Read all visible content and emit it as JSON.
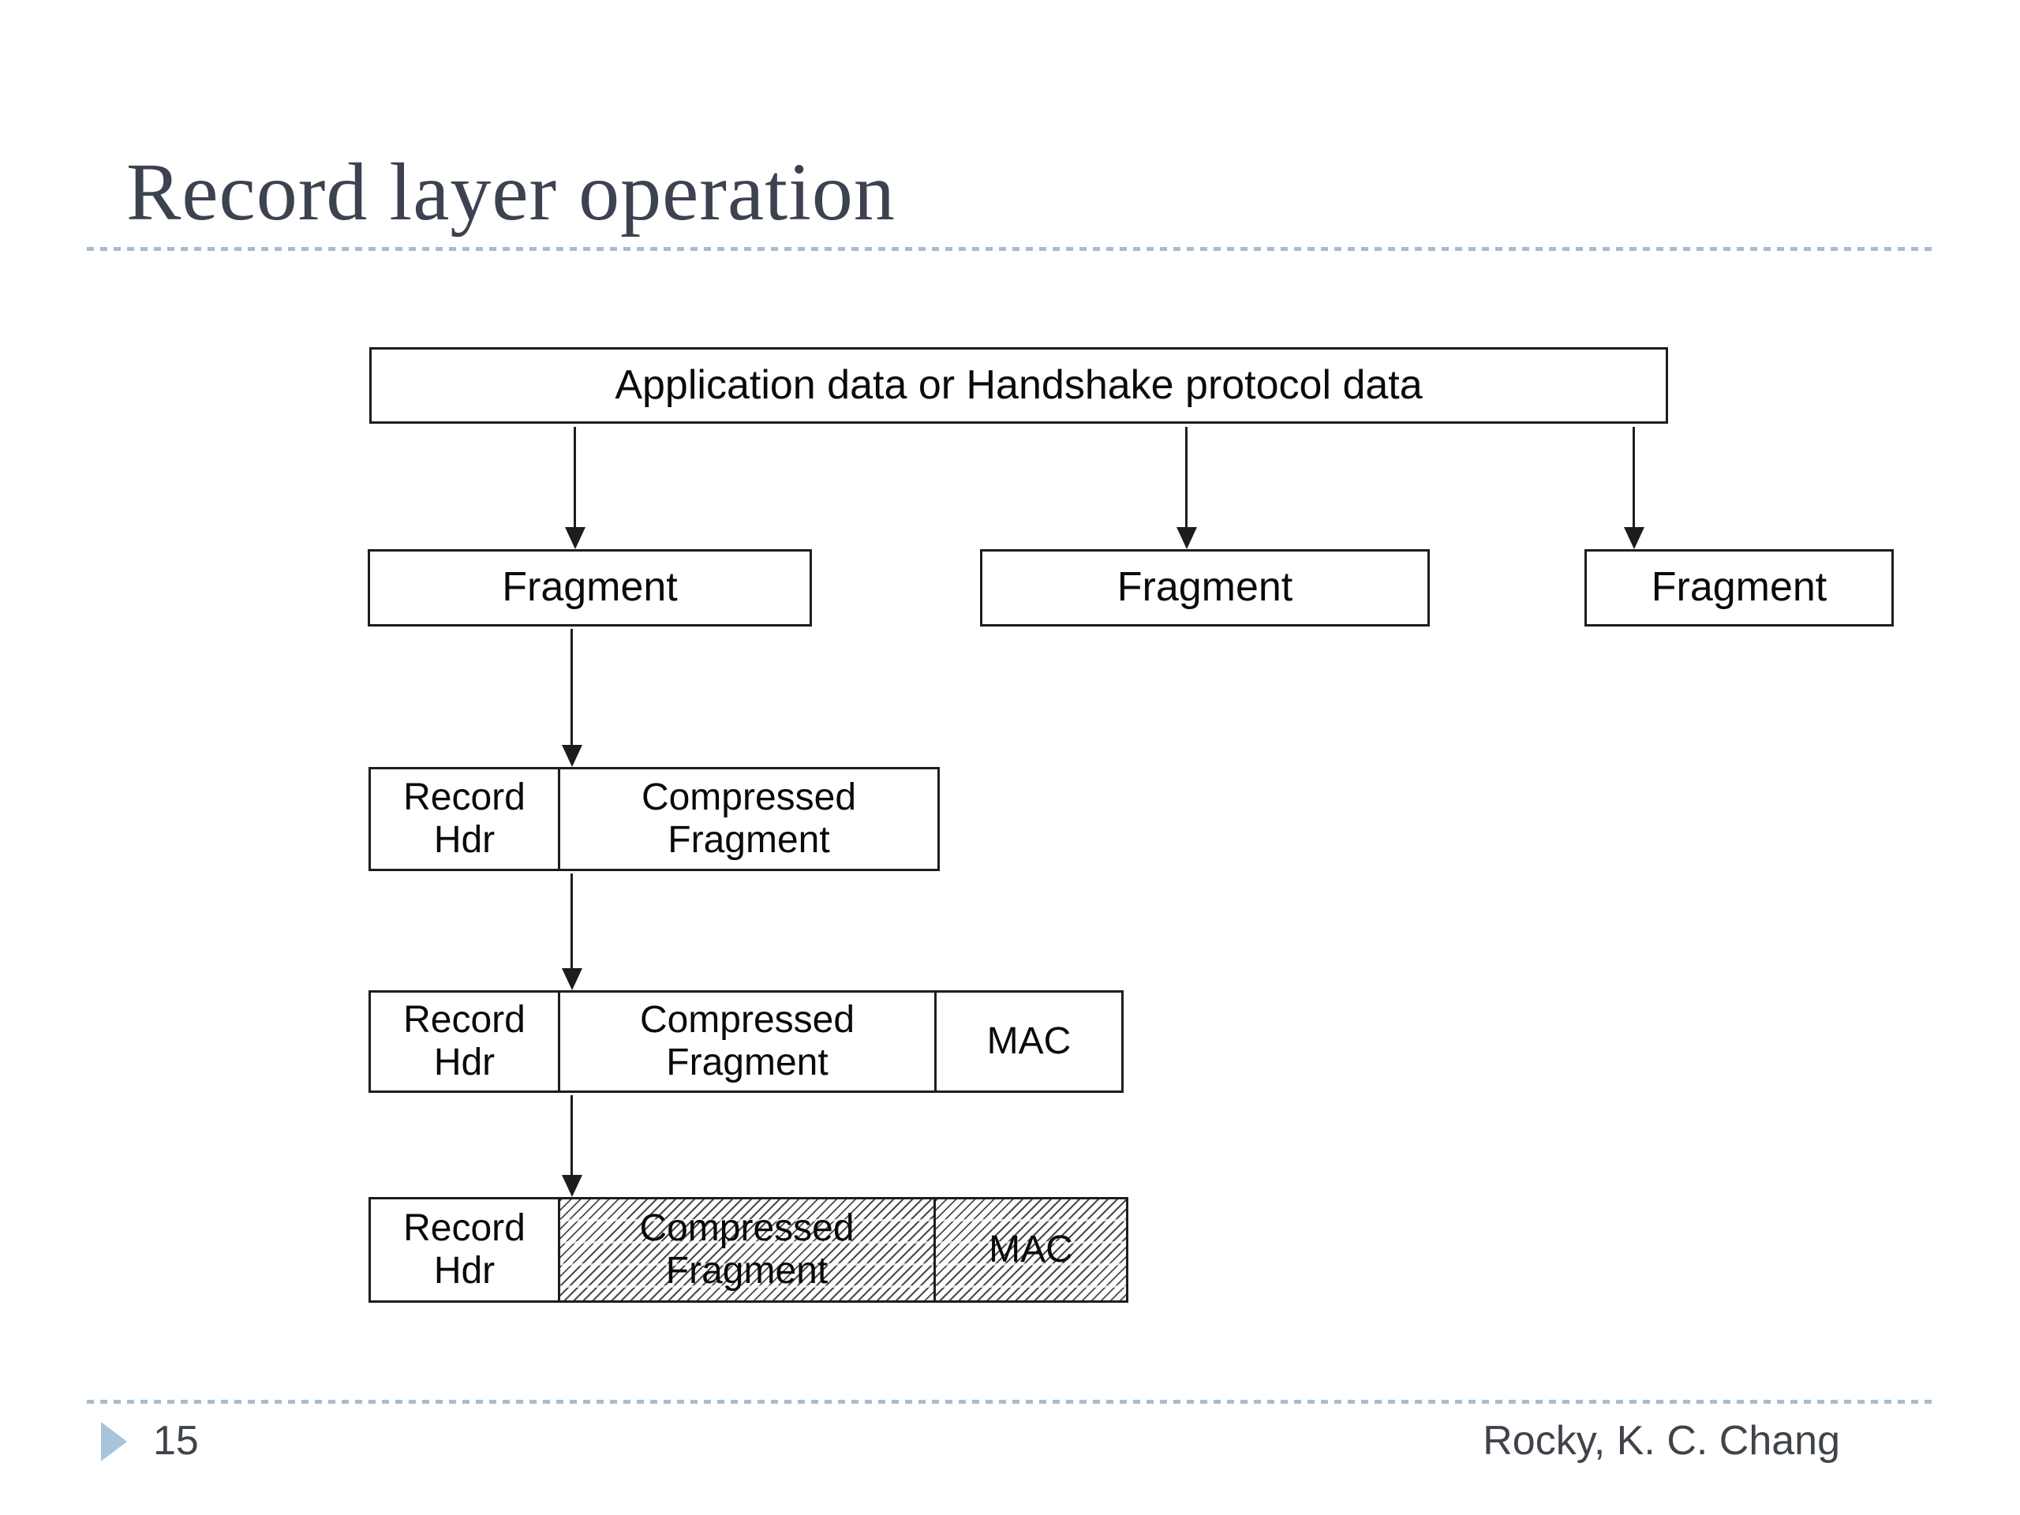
{
  "header": {
    "title": "Record layer operation"
  },
  "diagram": {
    "source_box": {
      "label": "Application data or Handshake protocol data"
    },
    "fragment_boxes": [
      {
        "label": "Fragment"
      },
      {
        "label": "Fragment"
      },
      {
        "label": "Fragment"
      }
    ],
    "record_rows": [
      {
        "cells": [
          {
            "text": "Record\nHdr",
            "hatched": false
          },
          {
            "text": "Compressed\nFragment",
            "hatched": false
          }
        ]
      },
      {
        "cells": [
          {
            "text": "Record\nHdr",
            "hatched": false
          },
          {
            "text": "Compressed\nFragment",
            "hatched": false
          },
          {
            "text": "MAC",
            "hatched": false
          }
        ]
      },
      {
        "cells": [
          {
            "text": "Record\nHdr",
            "hatched": false
          },
          {
            "text": "Compressed\nFragment",
            "hatched": true
          },
          {
            "text": "MAC",
            "hatched": true
          }
        ]
      }
    ]
  },
  "footer": {
    "page_number": "15",
    "author": "Rocky, K. C. Chang"
  },
  "colors": {
    "title_text": "#3d4250",
    "divider_dots": "#a9bccf",
    "box_border": "#1d1d1d",
    "diagram_text": "#0a0a0a",
    "footer_text": "#3f444b",
    "footer_triangle": "#a8c4da",
    "background": "#ffffff"
  }
}
